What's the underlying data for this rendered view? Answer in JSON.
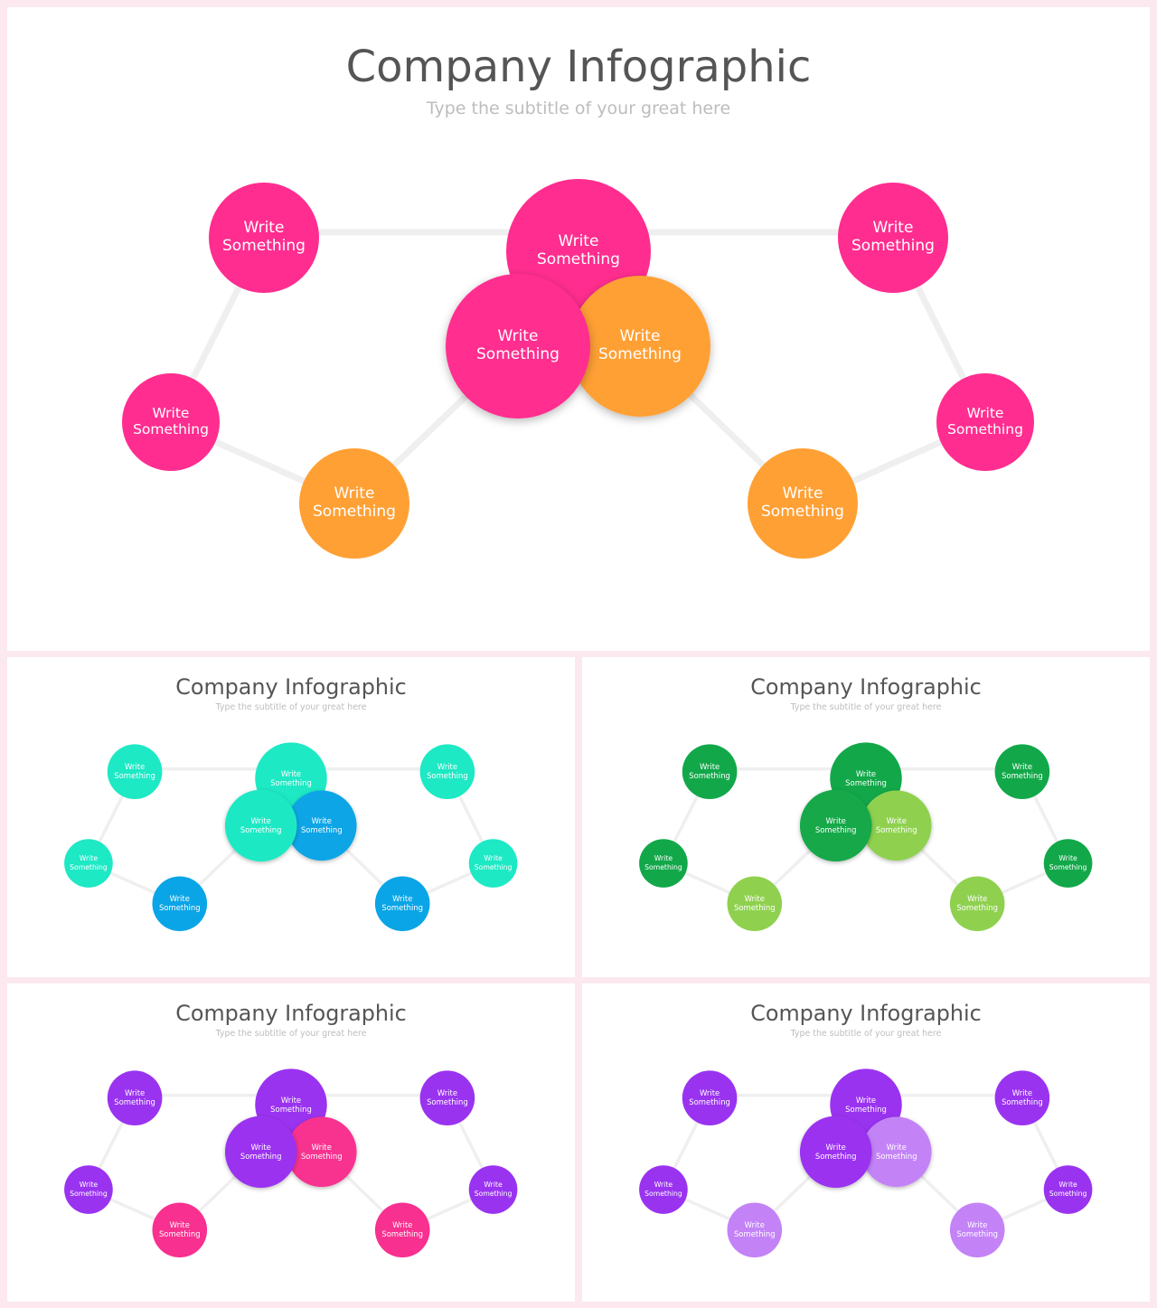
{
  "slides": [
    {
      "title": "Company Infographic",
      "subtitle": "Type the subtitle of your great here",
      "colors": {
        "primary": "#ff2d8f",
        "secondary": "#ffa035"
      },
      "circles": [
        {
          "line1": "Write",
          "line2": "Something",
          "color": "primary"
        },
        {
          "line1": "Write",
          "line2": "Something",
          "color": "primary"
        },
        {
          "line1": "Write",
          "line2": "Something",
          "color": "secondary"
        },
        {
          "line1": "Write",
          "line2": "Something",
          "color": "primary"
        },
        {
          "line1": "Write",
          "line2": "Something",
          "color": "primary"
        },
        {
          "line1": "Write",
          "line2": "Something",
          "color": "secondary"
        },
        {
          "line1": "Write",
          "line2": "Something",
          "color": "primary"
        },
        {
          "line1": "Write",
          "line2": "Something",
          "color": "secondary"
        },
        {
          "line1": "Write",
          "line2": "Something",
          "color": "primary"
        }
      ]
    },
    {
      "title": "Company Infographic",
      "subtitle": "Type the subtitle of your great here",
      "colors": {
        "primary": "#1de9c4",
        "secondary": "#0aa5e6"
      },
      "circles": [
        {
          "line1": "Write",
          "line2": "Something",
          "color": "primary"
        },
        {
          "line1": "Write",
          "line2": "Something",
          "color": "primary"
        },
        {
          "line1": "Write",
          "line2": "Something",
          "color": "secondary"
        },
        {
          "line1": "Write",
          "line2": "Something",
          "color": "primary"
        },
        {
          "line1": "Write",
          "line2": "Something",
          "color": "primary"
        },
        {
          "line1": "Write",
          "line2": "Something",
          "color": "secondary"
        },
        {
          "line1": "Write",
          "line2": "Something",
          "color": "primary"
        },
        {
          "line1": "Write",
          "line2": "Something",
          "color": "secondary"
        },
        {
          "line1": "Write",
          "line2": "Something",
          "color": "primary"
        }
      ]
    },
    {
      "title": "Company Infographic",
      "subtitle": "Type the subtitle of your great here",
      "colors": {
        "primary": "#12a84a",
        "secondary": "#8fd14f"
      },
      "circles": [
        {
          "line1": "Write",
          "line2": "Something",
          "color": "primary"
        },
        {
          "line1": "Write",
          "line2": "Something",
          "color": "primary"
        },
        {
          "line1": "Write",
          "line2": "Something",
          "color": "secondary"
        },
        {
          "line1": "Write",
          "line2": "Something",
          "color": "primary"
        },
        {
          "line1": "Write",
          "line2": "Something",
          "color": "primary"
        },
        {
          "line1": "Write",
          "line2": "Something",
          "color": "secondary"
        },
        {
          "line1": "Write",
          "line2": "Something",
          "color": "primary"
        },
        {
          "line1": "Write",
          "line2": "Something",
          "color": "secondary"
        },
        {
          "line1": "Write",
          "line2": "Something",
          "color": "primary"
        }
      ]
    },
    {
      "title": "Company Infographic",
      "subtitle": "Type the subtitle of your great here",
      "colors": {
        "primary": "#9a33f0",
        "secondary": "#f8308f"
      },
      "circles": [
        {
          "line1": "Write",
          "line2": "Something",
          "color": "primary"
        },
        {
          "line1": "Write",
          "line2": "Something",
          "color": "primary"
        },
        {
          "line1": "Write",
          "line2": "Something",
          "color": "secondary"
        },
        {
          "line1": "Write",
          "line2": "Something",
          "color": "primary"
        },
        {
          "line1": "Write",
          "line2": "Something",
          "color": "primary"
        },
        {
          "line1": "Write",
          "line2": "Something",
          "color": "secondary"
        },
        {
          "line1": "Write",
          "line2": "Something",
          "color": "primary"
        },
        {
          "line1": "Write",
          "line2": "Something",
          "color": "secondary"
        },
        {
          "line1": "Write",
          "line2": "Something",
          "color": "primary"
        }
      ]
    },
    {
      "title": "Company Infographic",
      "subtitle": "Type the subtitle of your great here",
      "colors": {
        "primary": "#9a33f0",
        "secondary": "#c383f7"
      },
      "circles": [
        {
          "line1": "Write",
          "line2": "Something",
          "color": "primary"
        },
        {
          "line1": "Write",
          "line2": "Something",
          "color": "primary"
        },
        {
          "line1": "Write",
          "line2": "Something",
          "color": "secondary"
        },
        {
          "line1": "Write",
          "line2": "Something",
          "color": "primary"
        },
        {
          "line1": "Write",
          "line2": "Something",
          "color": "primary"
        },
        {
          "line1": "Write",
          "line2": "Something",
          "color": "secondary"
        },
        {
          "line1": "Write",
          "line2": "Something",
          "color": "primary"
        },
        {
          "line1": "Write",
          "line2": "Something",
          "color": "secondary"
        },
        {
          "line1": "Write",
          "line2": "Something",
          "color": "primary"
        }
      ]
    }
  ]
}
